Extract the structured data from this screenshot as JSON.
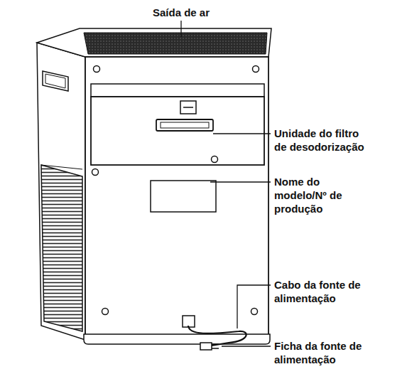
{
  "diagram": {
    "labels": [
      "Saída de ar",
      "Unidade do filtro de desodorização",
      "Nome do modelo/Nº de produção",
      "Cabo da fonte de alimentação",
      "Ficha da fonte de alimentação"
    ]
  }
}
